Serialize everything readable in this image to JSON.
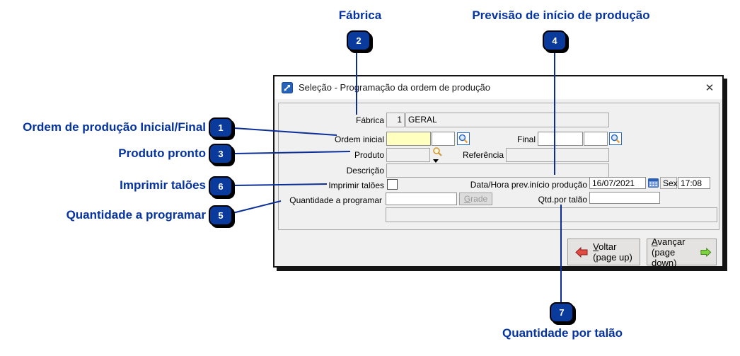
{
  "annotations": {
    "top": [
      {
        "label": "Fábrica",
        "number": "2"
      },
      {
        "label": "Previsão de início de produção",
        "number": "4"
      }
    ],
    "left": [
      {
        "label": "Ordem de produção Inicial/Final",
        "number": "1"
      },
      {
        "label": "Produto pronto",
        "number": "3"
      },
      {
        "label": "Imprimir talões",
        "number": "6"
      },
      {
        "label": "Quantidade a programar",
        "number": "5"
      }
    ],
    "bottom": [
      {
        "label": "Quantidade por talão",
        "number": "7"
      }
    ]
  },
  "dialog": {
    "title": "Seleção - Programação da ordem de produção",
    "close_glyph": "✕",
    "fields": {
      "fabrica_label": "Fábrica",
      "fabrica_code": "1",
      "fabrica_name": "GERAL",
      "ordem_inicial_label": "Ordem inicial",
      "final_label": "Final",
      "produto_label": "Produto",
      "referencia_label": "Referência",
      "descricao_label": "Descrição",
      "imprimir_taloes_label": "Imprimir talões",
      "data_hora_label": "Data/Hora prev.início produção",
      "data_value": "16/07/2021",
      "dia_semana": "Sex",
      "hora_value": "17:08",
      "quantidade_label": "Quantidade a programar",
      "qtd_talao_label": "Qtd.por talão"
    },
    "buttons": {
      "grade": {
        "initial": "G",
        "rest": "rade"
      },
      "voltar": {
        "initial": "V",
        "rest": "oltar",
        "sub": "(page up)"
      },
      "avancar": {
        "initial": "A",
        "rest": "vançar",
        "sub": "(page down)"
      }
    }
  },
  "colors": {
    "annotation_text": "#0533a1",
    "badge_fill": "#0a3a9c",
    "connector_line": "#0b2f96",
    "highlight_field": "#ffffc0"
  }
}
